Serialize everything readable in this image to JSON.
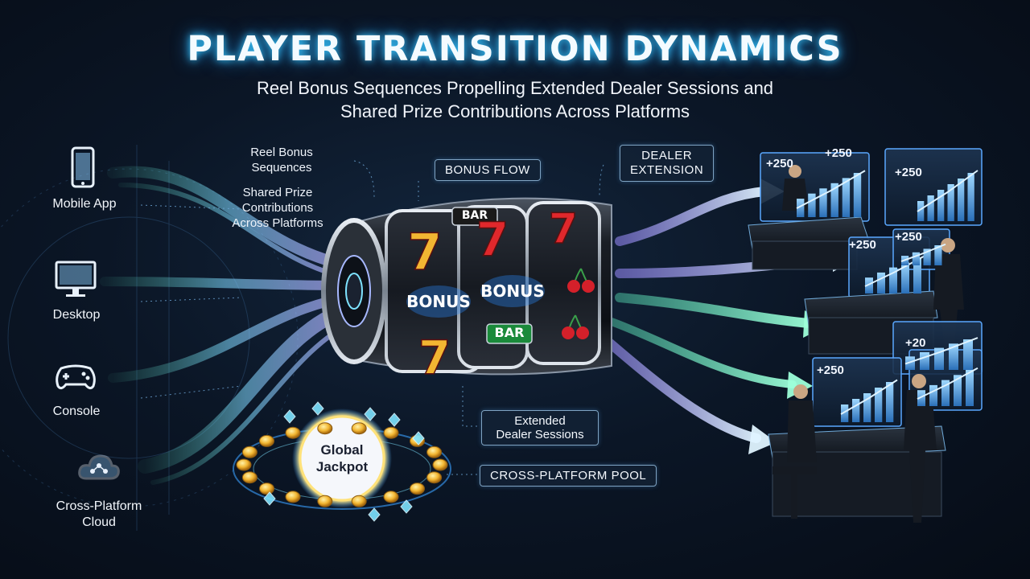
{
  "header": {
    "title": "PLAYER TRANSITION DYNAMICS",
    "subtitle_line1": "Reel Bonus Sequences Propelling Extended Dealer Sessions and",
    "subtitle_line2": "Shared Prize Contributions Across Platforms"
  },
  "sources": [
    {
      "label": "Mobile App",
      "icon": "smartphone-icon"
    },
    {
      "label": "Desktop",
      "icon": "monitor-icon"
    },
    {
      "label": "Console",
      "icon": "gamepad-icon"
    },
    {
      "label": "Cross-Platform",
      "label2": "Cloud",
      "icon": "cloud-network-icon"
    }
  ],
  "notes": {
    "reel_bonus_line1": "Reel Bonus",
    "reel_bonus_line2": "Sequences",
    "shared_prize_line1": "Shared Prize",
    "shared_prize_line2": "Contributions",
    "shared_prize_line3": "Across Platforms",
    "extended_line1": "Extended",
    "extended_line2": "Dealer Sessions"
  },
  "pills": {
    "bonus_flow": "BONUS FLOW",
    "dealer_extension_line1": "DEALER",
    "dealer_extension_line2": "EXTENSION",
    "cross_platform_pool": "CROSS-PLATFORM POOL"
  },
  "reels": {
    "symbol_seven": "7",
    "symbol_bonus": "BONUS",
    "symbol_bar": "BAR"
  },
  "jackpot": {
    "line1": "Global",
    "line2": "Jackpot"
  },
  "dealer_charts": [
    {
      "label": "+250"
    },
    {
      "label": "+250"
    },
    {
      "label": "+250"
    },
    {
      "label": "+250"
    },
    {
      "label": "+250"
    },
    {
      "label": "+20"
    },
    {
      "label": "+250"
    }
  ],
  "colors": {
    "accent_cyan": "#39c9ff",
    "flow_green": "#5ef2c2",
    "flow_violet": "#9b8cff",
    "gold": "#f2b632",
    "seven_red": "#e0282c"
  }
}
